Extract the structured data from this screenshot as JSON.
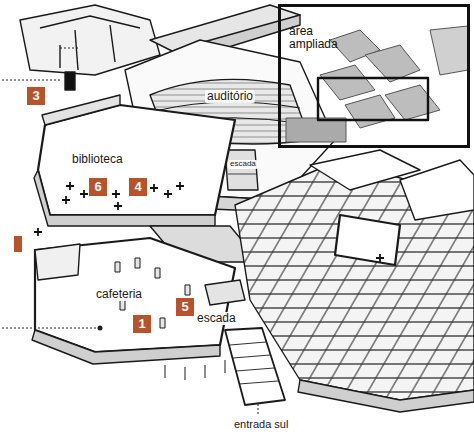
{
  "diagram": {
    "nodes": [
      {
        "text": [
          "área ampliada"
        ]
      }
    ],
    "labels": [
      "3",
      "auditório",
      "escada",
      "biblioteca",
      "6",
      "4",
      "cafeteria",
      "5",
      "1",
      "escada",
      "entrada sul"
    ]
  }
}
